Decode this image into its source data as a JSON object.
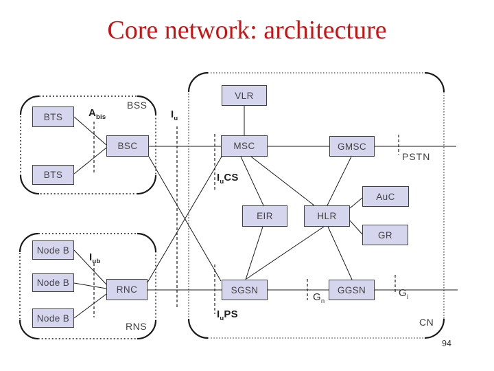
{
  "title": "Core network: architecture",
  "page_number": "94",
  "colors": {
    "background": "#ffffff",
    "title_text": "#cc1111",
    "node_fill": "#d5d5ee",
    "node_border": "#3f3f3f",
    "line": "#1a1a1a",
    "label_text": "#3d3d3d"
  },
  "nodes": {
    "bts1": "BTS",
    "bts2": "BTS",
    "bsc": "BSC",
    "vlr": "VLR",
    "msc": "MSC",
    "gmsc": "GMSC",
    "eir": "EIR",
    "hlr": "HLR",
    "auc": "AuC",
    "gr": "GR",
    "nodeb1": "Node B",
    "nodeb2": "Node B",
    "nodeb3": "Node B",
    "rnc": "RNC",
    "sgsn": "SGSN",
    "ggsn": "GGSN"
  },
  "groups": {
    "bss": "BSS",
    "rns": "RNS",
    "cn": "CN"
  },
  "interfaces": {
    "abis": {
      "main": "A",
      "sub": "bis"
    },
    "iu": {
      "main": "I",
      "sub": "u"
    },
    "iucs": {
      "main": "I",
      "sub": "u",
      "tail": "CS"
    },
    "iups": {
      "main": "I",
      "sub": "u",
      "tail": "PS"
    },
    "iub": {
      "main": "I",
      "sub": "ub"
    },
    "gn": {
      "main": "G",
      "sub": "n"
    },
    "gi": {
      "main": "G",
      "sub": "i"
    },
    "pstn": {
      "main": "PSTN"
    }
  }
}
